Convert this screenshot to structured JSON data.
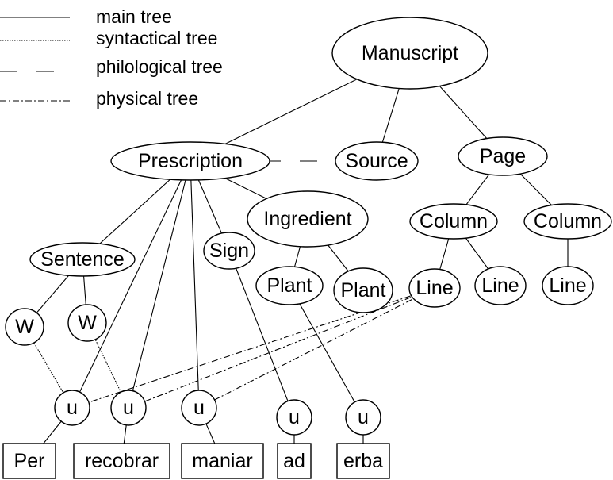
{
  "legend": [
    {
      "label": "main tree",
      "style": "main"
    },
    {
      "label": "syntactical tree",
      "style": "syntactical"
    },
    {
      "label": "philological tree",
      "style": "philological"
    },
    {
      "label": "physical tree",
      "style": "physical"
    }
  ],
  "nodes": {
    "manuscript": "Manuscript",
    "prescription": "Prescription",
    "source": "Source",
    "page": "Page",
    "sentence": "Sentence",
    "sign": "Sign",
    "ingredient": "Ingredient",
    "column1": "Column",
    "column2": "Column",
    "plant1": "Plant",
    "plant2": "Plant",
    "line1": "Line",
    "line2": "Line",
    "line3": "Line",
    "w1": "W",
    "w2": "W",
    "u1": "u",
    "u2": "u",
    "u3": "u",
    "u4": "u",
    "u5": "u",
    "word1": "Per",
    "word2": "recobrar",
    "word3": "maniar",
    "word4": "ad",
    "word5": "erba"
  },
  "edges": [
    {
      "from": "manuscript",
      "to": "prescription",
      "style": "main"
    },
    {
      "from": "manuscript",
      "to": "source",
      "style": "main"
    },
    {
      "from": "manuscript",
      "to": "page",
      "style": "main"
    },
    {
      "from": "prescription",
      "to": "source",
      "style": "philological"
    },
    {
      "from": "prescription",
      "to": "sentence",
      "style": "main"
    },
    {
      "from": "prescription",
      "to": "sign",
      "style": "main"
    },
    {
      "from": "prescription",
      "to": "ingredient",
      "style": "main"
    },
    {
      "from": "prescription",
      "to": "u1",
      "style": "main"
    },
    {
      "from": "prescription",
      "to": "u2",
      "style": "main"
    },
    {
      "from": "prescription",
      "to": "u3",
      "style": "main"
    },
    {
      "from": "page",
      "to": "column1",
      "style": "main"
    },
    {
      "from": "page",
      "to": "column2",
      "style": "main"
    },
    {
      "from": "sentence",
      "to": "w1",
      "style": "main"
    },
    {
      "from": "sentence",
      "to": "w2",
      "style": "main"
    },
    {
      "from": "ingredient",
      "to": "plant1",
      "style": "main"
    },
    {
      "from": "ingredient",
      "to": "plant2",
      "style": "main"
    },
    {
      "from": "column1",
      "to": "line1",
      "style": "main"
    },
    {
      "from": "column1",
      "to": "line2",
      "style": "main"
    },
    {
      "from": "column2",
      "to": "line3",
      "style": "main"
    },
    {
      "from": "sign",
      "to": "u4",
      "style": "main"
    },
    {
      "from": "plant1",
      "to": "u5",
      "style": "main"
    },
    {
      "from": "w1",
      "to": "u1",
      "style": "syntactical"
    },
    {
      "from": "w2",
      "to": "u2",
      "style": "syntactical"
    },
    {
      "from": "line1",
      "to": "u1",
      "style": "physical"
    },
    {
      "from": "line1",
      "to": "u2",
      "style": "physical"
    },
    {
      "from": "line1",
      "to": "u3",
      "style": "physical"
    },
    {
      "from": "u1",
      "to": "word1",
      "style": "main"
    },
    {
      "from": "u2",
      "to": "word2",
      "style": "main"
    },
    {
      "from": "u3",
      "to": "word3",
      "style": "main"
    },
    {
      "from": "u4",
      "to": "word4",
      "style": "main"
    },
    {
      "from": "u5",
      "to": "word5",
      "style": "main"
    }
  ]
}
